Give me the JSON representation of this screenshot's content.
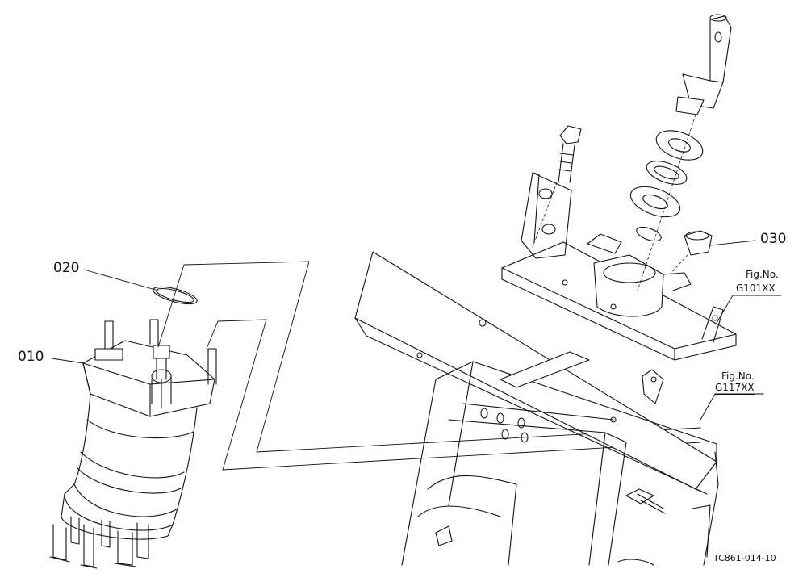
{
  "callouts": {
    "part_010": "010",
    "part_020": "020",
    "part_030": "030"
  },
  "fig_refs": {
    "ref_1_label": "Fig.No.",
    "ref_1_code": "G101XX",
    "ref_2_label": "Fig.No.",
    "ref_2_code": "G117XX"
  },
  "drawing_code": "TC861-014-10",
  "colors": {
    "line": "#111111",
    "background": "#ffffff"
  }
}
